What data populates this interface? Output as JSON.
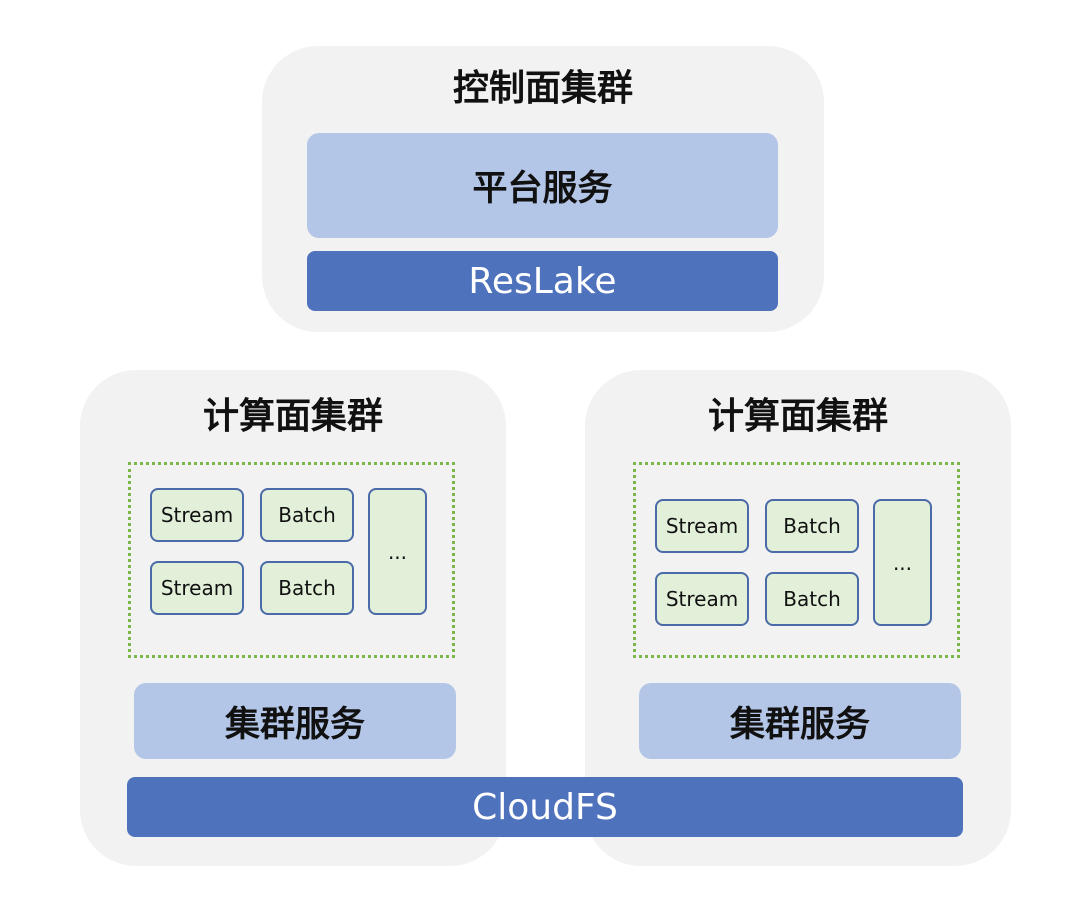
{
  "control_cluster": {
    "title": "控制面集群",
    "platform_service": "平台服务",
    "reslake": "ResLake"
  },
  "compute_clusters": [
    {
      "title": "计算面集群",
      "jobs": [
        "Stream",
        "Batch",
        "Stream",
        "Batch",
        "..."
      ],
      "cluster_service": "集群服务"
    },
    {
      "title": "计算面集群",
      "jobs": [
        "Stream",
        "Batch",
        "Stream",
        "Batch",
        "..."
      ],
      "cluster_service": "集群服务"
    }
  ],
  "cloudfs": "CloudFS"
}
